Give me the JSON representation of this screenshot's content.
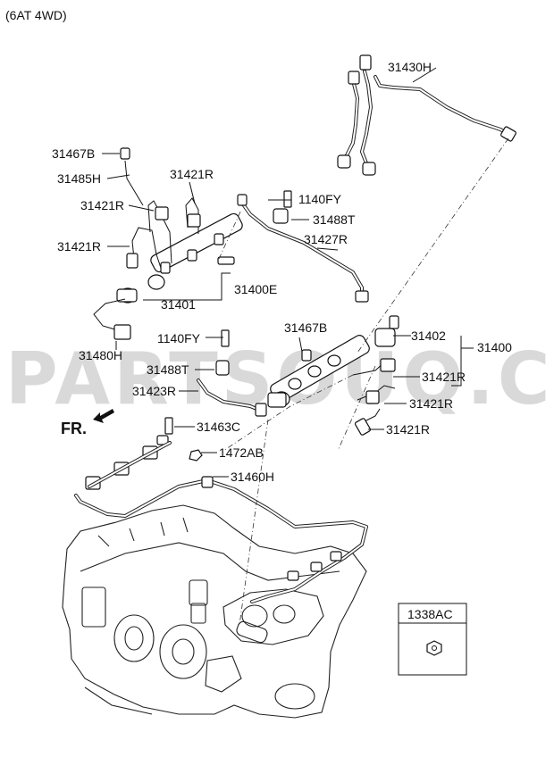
{
  "header": {
    "variant": "(6AT 4WD)"
  },
  "watermark": "PARTSOUQ.COM",
  "direction_label": "FR.",
  "callouts": {
    "p31430H": "31430H",
    "p31467B_top": "31467B",
    "p31485H": "31485H",
    "p31421R_a": "31421R",
    "p31421R_b": "31421R",
    "p31421R_c": "31421R",
    "p1140FY_top": "1140FY",
    "p31488T_top": "31488T",
    "p31427R": "31427R",
    "p31400E": "31400E",
    "p31401": "31401",
    "p31480H": "31480H",
    "p31467B_mid": "31467B",
    "p1140FY_mid": "1140FY",
    "p31402": "31402",
    "p31400": "31400",
    "p31488T_mid": "31488T",
    "p31421R_d": "31421R",
    "p31423R": "31423R",
    "p31421R_e": "31421R",
    "p31463C": "31463C",
    "p31421R_f": "31421R",
    "p1472AB": "1472AB",
    "p31460H": "31460H",
    "p1338AC": "1338AC"
  },
  "colors": {
    "line": "#111111",
    "watermark": "#d9d9d9",
    "background": "#ffffff"
  }
}
